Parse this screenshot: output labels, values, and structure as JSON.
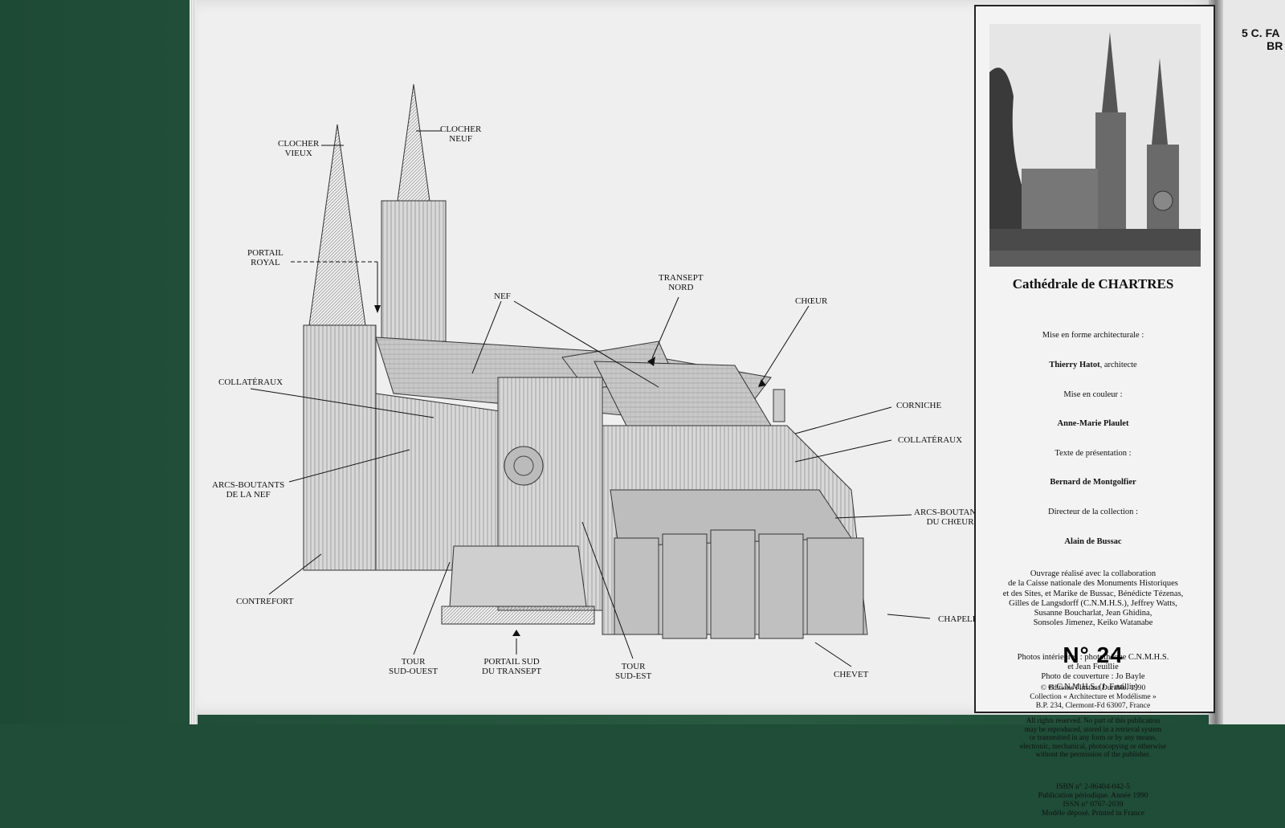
{
  "book": {
    "labels": {
      "clocher_vieux": "CLOCHER\nVIEUX",
      "clocher_neuf": "CLOCHER\nNEUF",
      "portail_royal": "PORTAIL\nROYAL",
      "nef": "NEF",
      "transept_nord": "TRANSEPT\nNORD",
      "choeur": "CHŒUR",
      "collateraux_left": "COLLATÉRAUX",
      "corniche": "CORNICHE",
      "collateraux_right": "COLLATÉRAUX",
      "arcs_nef": "ARCS-BOUTANTS\nDE LA NEF",
      "arcs_choeur": "ARCS-BOUTANTS\nDU CHŒUR",
      "contrefort": "CONTREFORT",
      "chapelle": "CHAPELLE",
      "tour_sud_ouest": "TOUR\nSUD-OUEST",
      "portail_sud": "PORTAIL SUD\nDU TRANSEPT",
      "tour_sud_est": "TOUR\nSUD-EST",
      "chevet": "CHEVET"
    },
    "cover": {
      "title": "Cathédrale de CHARTRES",
      "credit_1_role": "Mise en forme architecturale :",
      "credit_1_name": "Thierry Hatot",
      "credit_1_suffix": ", architecte",
      "credit_2_role": "Mise en couleur :",
      "credit_2_name": "Anne-Marie Plaulet",
      "credit_3_role": "Texte de présentation :",
      "credit_3_name": "Bernard de Montgolfier",
      "credit_4_role": "Directeur de la collection :",
      "credit_4_name": "Alain de Bussac",
      "collaboration": "Ouvrage réalisé avec la collaboration\nde la Caisse nationale des Monuments Historiques\net des Sites, et Marike de Bussac, Bénédicte Tézenas,\nGilles de Langsdorff (C.N.M.H.S.), Jeffrey Watts,\nSusanne Boucharlat, Jean Ghidina,\nSonsoles Jimenez, Keiko Watanabe",
      "photos": "Photos intérieures : photothèque C.N.M.H.S.\net Jean Feuillie\nPhoto de couverture : Jo Bayle\net C.N.M.H.S. (J. Feuillie)",
      "rights": "All rights reserved. No part of this publication\nmay be reproduced, stored in a retrieval system\nor transmitted in any form or by any means,\nelectronic, mechanical, photocopying or otherwise\nwithout the permission of the publisher.",
      "isbn": "ISBN n° 2-86404-042-5\nPublication périodique. Année 1990\nISSN n° 0767-2039\nModèle déposé. Printed in France",
      "issue": "N° 24",
      "publisher": "© Editions l'Instant Durable. 1990\nCollection « Architecture et Modélisme »\nB.P. 234, Clermont-Fd 63007, France"
    },
    "next_page_text": "5 C. FA\n        BR"
  }
}
